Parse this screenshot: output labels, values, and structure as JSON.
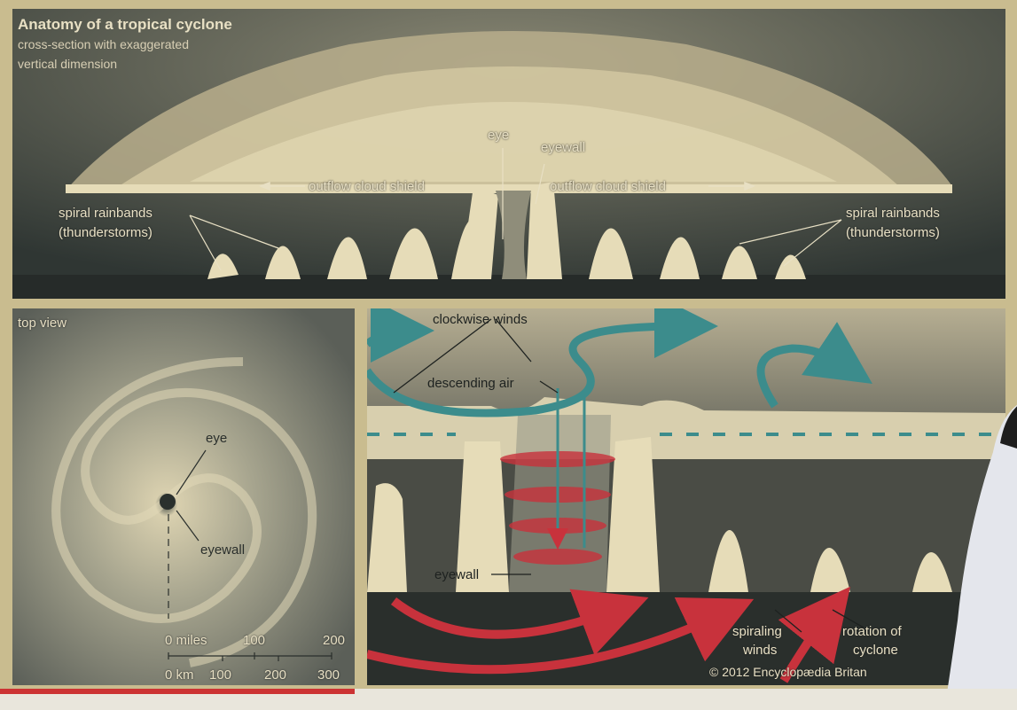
{
  "top": {
    "title": "Anatomy of a tropical cyclone",
    "subtitle_line1": "cross-section with exaggerated",
    "subtitle_line2": "vertical dimension",
    "eye": "eye",
    "eyewall": "eyewall",
    "outflow_left": "outflow cloud shield",
    "outflow_right": "outflow cloud shield",
    "rainbands_left_1": "spiral rainbands",
    "rainbands_left_2": "(thunderstorms)",
    "rainbands_right_1": "spiral rainbands",
    "rainbands_right_2": "(thunderstorms)"
  },
  "topview": {
    "label": "top view",
    "eye": "eye",
    "eyewall": "eyewall",
    "scale_miles": [
      "0 miles",
      "100",
      "200"
    ],
    "scale_km": [
      "0 km",
      "100",
      "200",
      "300"
    ]
  },
  "side": {
    "clockwise": "clockwise winds",
    "descending": "descending air",
    "eyewall": "eyewall",
    "spiraling_1": "spiraling",
    "spiraling_2": "winds",
    "rotation_1": "rotation of",
    "rotation_2": "cyclone",
    "copyright": "© 2012 Encyclopædia Britan"
  },
  "colors": {
    "cloud": "#e6dcb8",
    "teal": "#3c8c8c",
    "red": "#c8323c",
    "panel": "#2f3633"
  }
}
